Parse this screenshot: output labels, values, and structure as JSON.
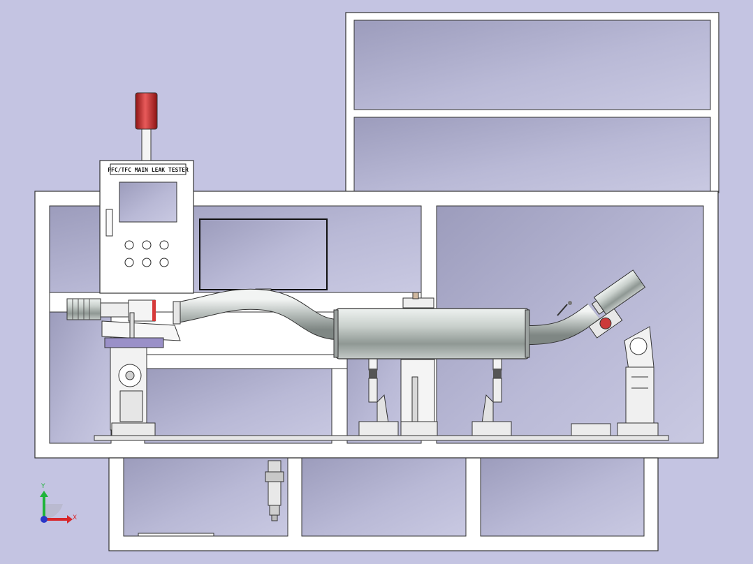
{
  "viewport": {
    "background": "#c4c4e2",
    "frame_color": "#ffffff",
    "outline_color": "#2a2a2a",
    "panel_color": "#b4b4d2"
  },
  "tester": {
    "panel_label": "PFC/TFC MAIN LEAK TESTER",
    "beacon_color": "#c8282a"
  },
  "triad": {
    "x_label": "X",
    "y_label": "Y",
    "x_color": "#d8262a",
    "y_color": "#1fb43a",
    "z_color": "#2a36c8"
  }
}
